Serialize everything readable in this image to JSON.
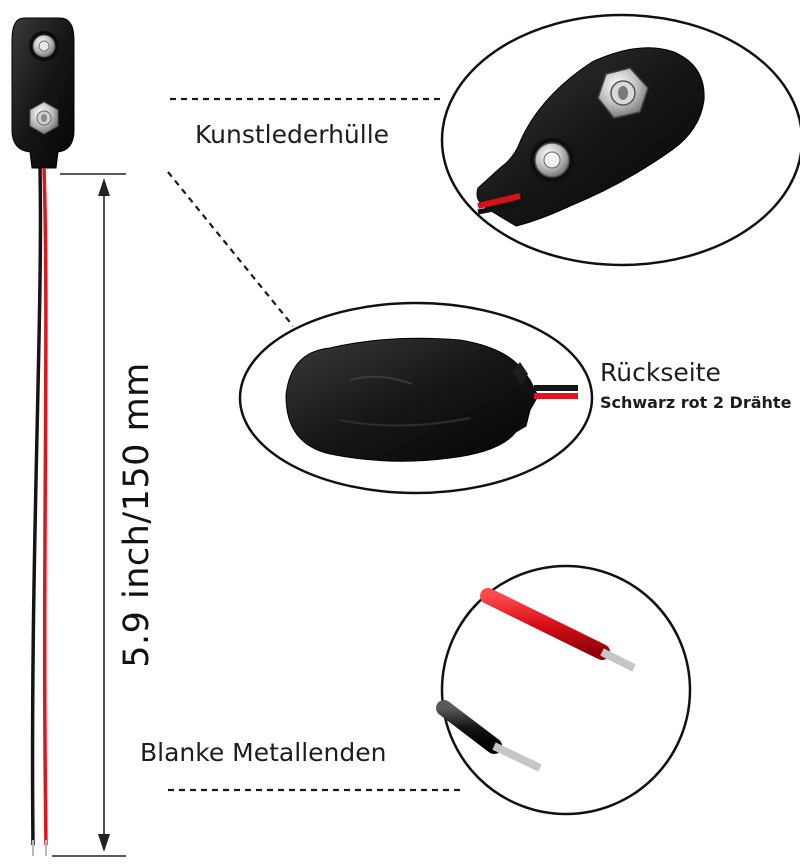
{
  "labels": {
    "faux_leather": "Kunstlederhülle",
    "back_side": "Rückseite",
    "back_side_detail": "Schwarz rot 2 Drähte",
    "bare_ends": "Blanke Metallenden",
    "length": "5.9 inch/150 mm"
  },
  "colors": {
    "wire_red": "#e0141f",
    "wire_black": "#151515",
    "leather": "#1b1b1b",
    "metal": "#c8c8c8"
  }
}
